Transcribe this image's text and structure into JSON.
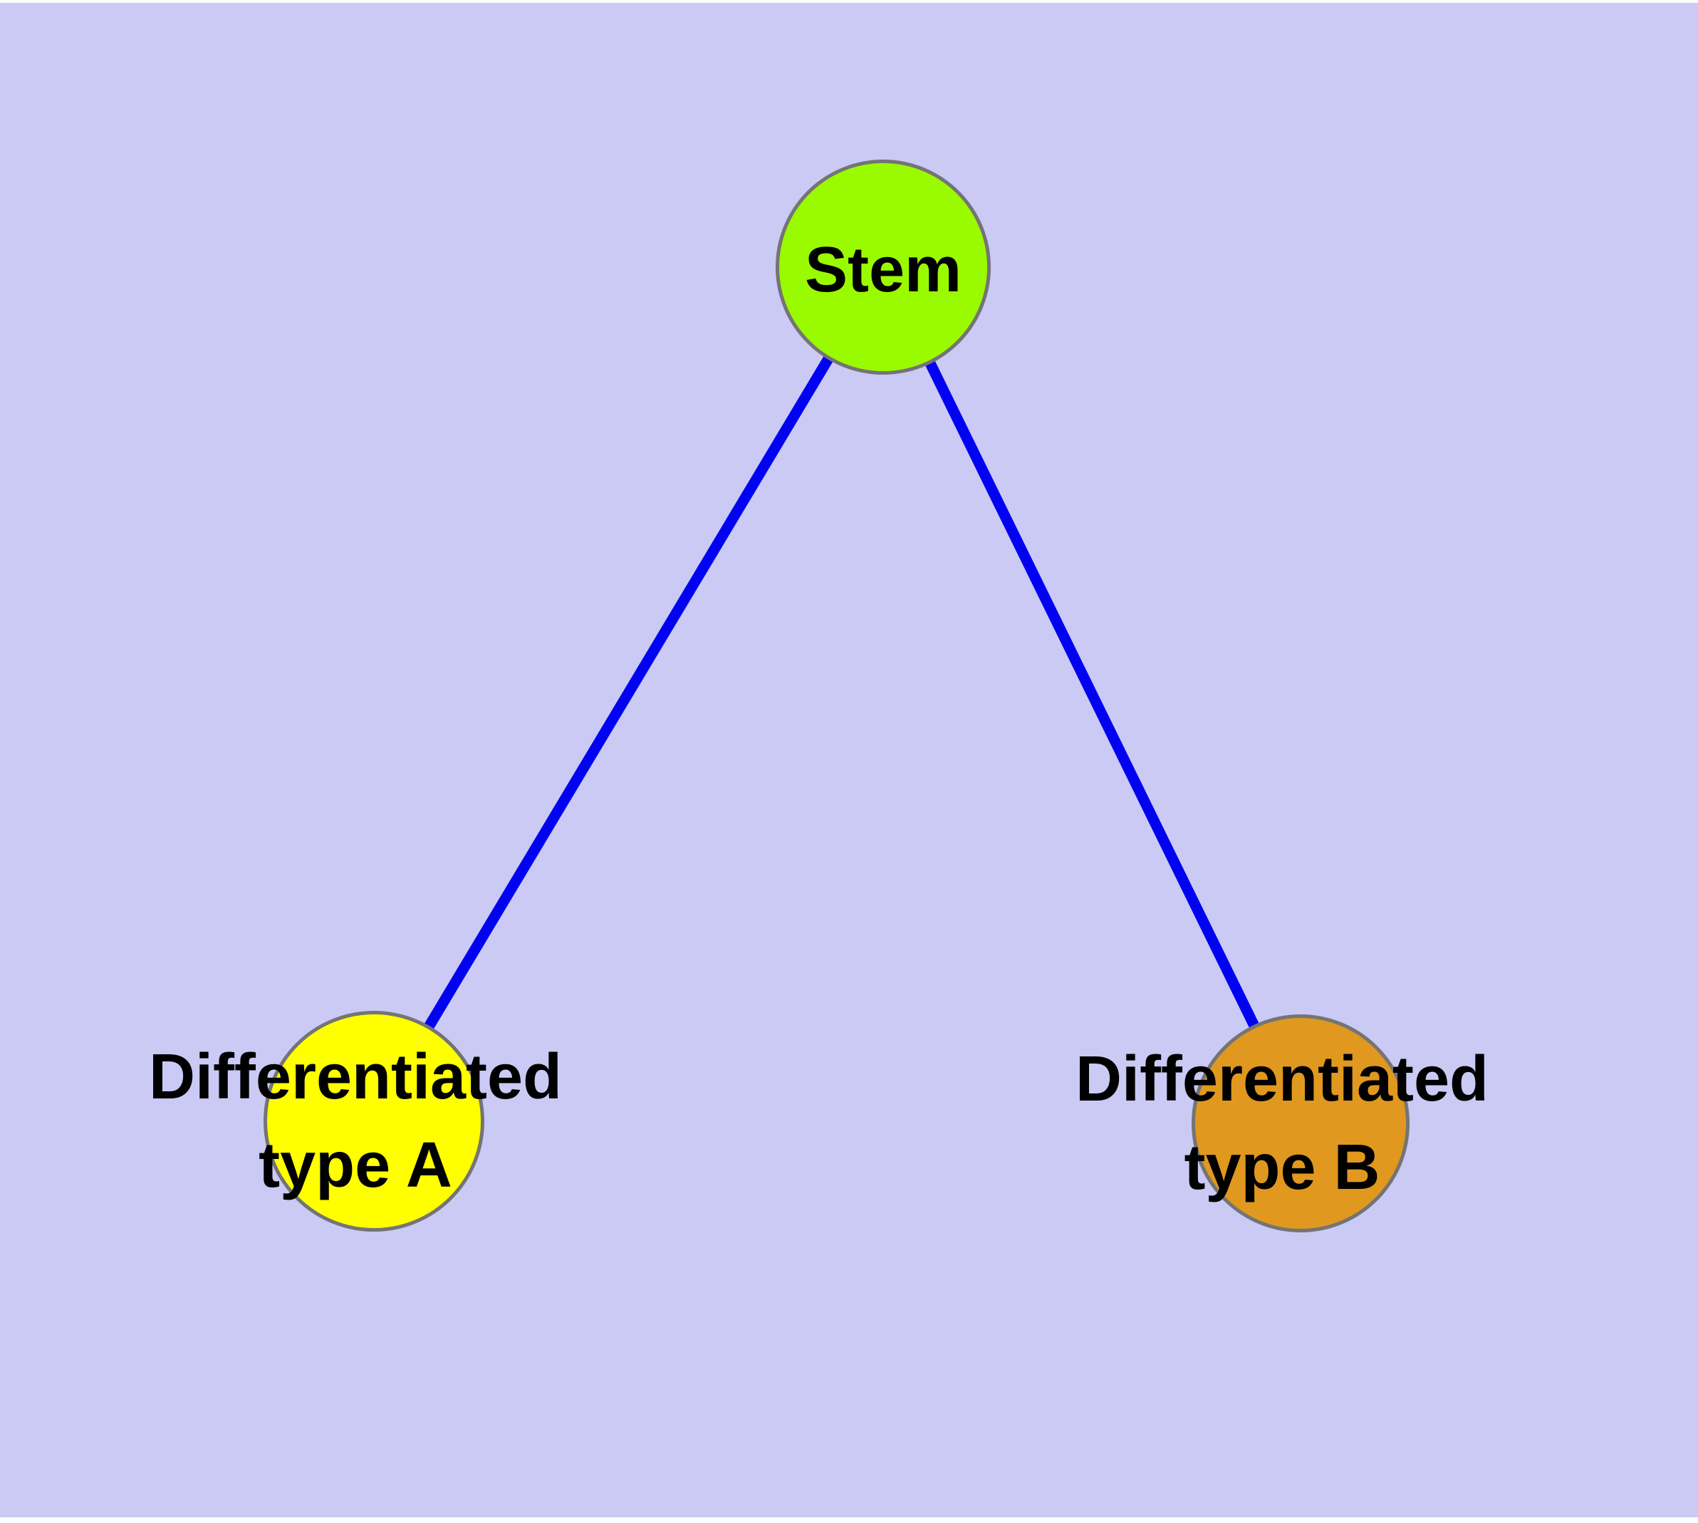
{
  "diagram": {
    "colors": {
      "page_background": "#FFFFFF",
      "canvas_background": "#CACAF5",
      "edge": "#0202F2",
      "node_border": "#747474",
      "label_text": "#000000"
    },
    "nodes": [
      {
        "id": "stem",
        "label_lines": [
          "Stem"
        ],
        "fill": "#9AFA00"
      },
      {
        "id": "differentiated-type-a",
        "label_lines": [
          "Differentiated",
          "type A"
        ],
        "fill": "#FFFF00"
      },
      {
        "id": "differentiated-type-b",
        "label_lines": [
          "Differentiated",
          "type B"
        ],
        "fill": "#E0981F"
      }
    ],
    "edges": [
      {
        "from": "stem",
        "to": "differentiated-type-a",
        "color": "#0202F2"
      },
      {
        "from": "stem",
        "to": "differentiated-type-b",
        "color": "#0202F2"
      }
    ]
  }
}
